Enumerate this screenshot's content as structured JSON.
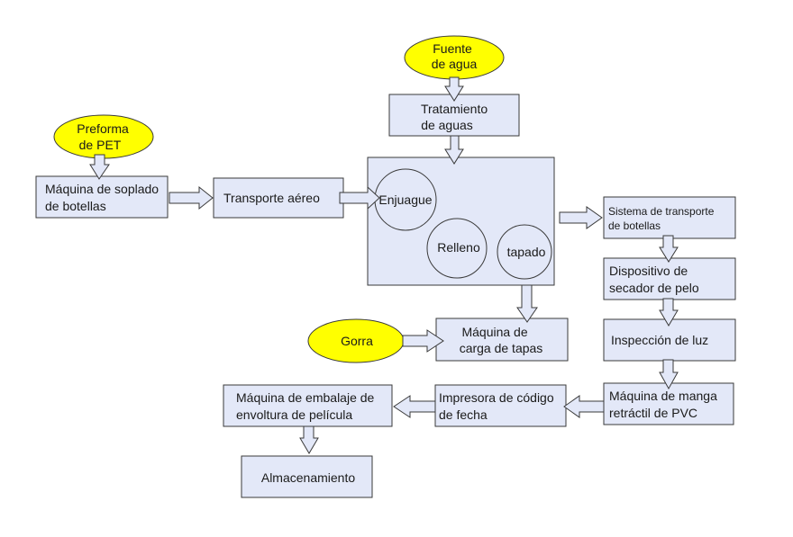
{
  "colors": {
    "box_fill": "#e3e8f8",
    "box_stroke": "#3a3a3a",
    "ellipse_fill": "#ffff00",
    "arrow_fill": "#e3e8f8"
  },
  "nodes": {
    "fuente": [
      "Fuente",
      "de agua"
    ],
    "tratamiento": [
      "Tratamiento",
      "de aguas"
    ],
    "preforma": [
      "Preforma",
      "de PET"
    ],
    "soplado": [
      "Máquina de soplado",
      "de botellas"
    ],
    "transporte_aereo": [
      "Transporte aéreo"
    ],
    "enjuague": [
      "Enjuague"
    ],
    "relleno": [
      "Relleno"
    ],
    "tapado": [
      "tapado"
    ],
    "sistema_transporte": [
      "Sistema de transporte",
      "de botellas"
    ],
    "secador": [
      "Dispositivo de",
      "secador de pelo"
    ],
    "gorra": [
      "Gorra"
    ],
    "carga_tapas": [
      "Máquina de",
      "carga de tapas"
    ],
    "inspeccion": [
      "Inspección de luz"
    ],
    "manga": [
      "Máquina de manga",
      "retráctil de PVC"
    ],
    "impresora": [
      "Impresora de código",
      "de fecha"
    ],
    "embalaje": [
      "Máquina de embalaje de",
      "envoltura de película"
    ],
    "almacenamiento": [
      "Almacenamiento"
    ]
  }
}
